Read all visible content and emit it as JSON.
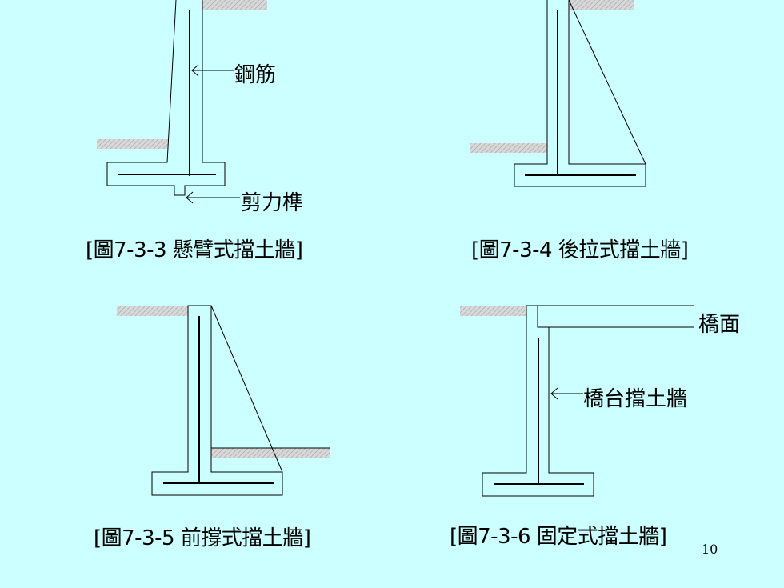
{
  "colors": {
    "background": "#ccffff",
    "line": "#000000",
    "ground": "#cfcfcf"
  },
  "labels": {
    "rebar": "鋼筋",
    "shear_key": "剪力榫",
    "bridge_deck": "橋面",
    "abutment_wall": "橋台擋土牆"
  },
  "captions": {
    "fig_7_3_3": "[圖7-3-3 懸臂式擋土牆]",
    "fig_7_3_4": "[圖7-3-4 後拉式擋土牆]",
    "fig_7_3_5": "[圖7-3-5 前撐式擋土牆]",
    "fig_7_3_6": "[圖7-3-6 固定式擋土牆]"
  },
  "page_number": "10"
}
